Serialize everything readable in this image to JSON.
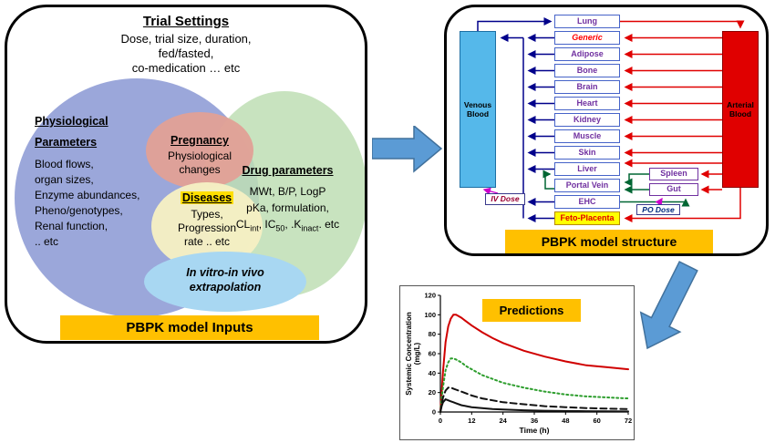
{
  "left_panel": {
    "title": "Trial Settings",
    "subtitle_lines": [
      "Dose, trial size, duration,",
      "fed/fasted,",
      "co-medication … etc"
    ],
    "physiological": {
      "heading_line1": "Physiological",
      "heading_line2": "Parameters",
      "lines": [
        "Blood flows,",
        "organ sizes,",
        "Enzyme abundances,",
        "Pheno/genotypes,",
        "Renal function,",
        ".. etc"
      ]
    },
    "pregnancy": {
      "heading": "Pregnancy",
      "line1": "Physiological",
      "line2": "changes"
    },
    "diseases": {
      "heading": "Diseases",
      "line1": "Types,",
      "line2": "Progression",
      "line3": "rate .. etc"
    },
    "drug": {
      "heading": "Drug parameters",
      "line1": "MWt, B/P, LogP",
      "line2": "pKa, formulation,",
      "line3a": "CL",
      "line3a_sub": "int",
      "line3b": ", IC",
      "line3b_sub": "50",
      "line3c": ", .K",
      "line3c_sub": "inact",
      "line3d": ". etc"
    },
    "ivive_line1": "In vitro-in vivo",
    "ivive_line2": "extrapolation",
    "footer": "PBPK model Inputs"
  },
  "right_panel": {
    "venous_line1": "Venous",
    "venous_line2": "Blood",
    "arterial_line1": "Arterial",
    "arterial_line2": "Blood",
    "organs": [
      {
        "label": "Lung"
      },
      {
        "label": "Generic"
      },
      {
        "label": "Adipose"
      },
      {
        "label": "Bone"
      },
      {
        "label": "Brain"
      },
      {
        "label": "Heart"
      },
      {
        "label": "Kidney"
      },
      {
        "label": "Muscle"
      },
      {
        "label": "Skin"
      },
      {
        "label": "Liver"
      },
      {
        "label": "Portal Vein"
      },
      {
        "label": "EHC"
      },
      {
        "label": "Feto-Placenta"
      }
    ],
    "spleen": "Spleen",
    "gut": "Gut",
    "iv_dose": "IV Dose",
    "po_dose": "PO Dose",
    "footer": "PBPK model structure"
  },
  "colors": {
    "accent_orange": "#FFC000",
    "venous_blue": "#55B8EA",
    "arterial_red": "#E00000",
    "organ_text_purple": "#7030A0",
    "generic_red": "#FF0000",
    "venous_line": "#00008B",
    "arterial_line": "#E00000",
    "portal_line": "#006633",
    "dose_arrow": "#CC00CC"
  },
  "chart_data": {
    "type": "line",
    "title": "Predictions",
    "xlabel": "Time (h)",
    "ylabel": "Systemic Concentration (mg/L)",
    "xlim": [
      0,
      72
    ],
    "ylim": [
      0,
      120
    ],
    "xticks": [
      0,
      12,
      24,
      36,
      48,
      60,
      72
    ],
    "yticks": [
      0,
      20,
      40,
      60,
      80,
      100,
      120
    ],
    "grid": false,
    "legend": false,
    "series": [
      {
        "name": "red-solid",
        "color": "#D00000",
        "style": "solid",
        "x": [
          0,
          0.5,
          1,
          2,
          3,
          4,
          5,
          6,
          8,
          10,
          12,
          16,
          20,
          24,
          32,
          40,
          48,
          56,
          64,
          72
        ],
        "y": [
          0,
          20,
          42,
          72,
          88,
          96,
          100,
          100,
          97,
          93,
          89,
          82,
          76,
          71,
          63,
          57,
          52,
          48,
          46,
          44
        ]
      },
      {
        "name": "green-dotted",
        "color": "#2E9E2E",
        "style": "dotted",
        "x": [
          0,
          0.5,
          1,
          2,
          3,
          4,
          5,
          6,
          8,
          10,
          12,
          16,
          20,
          24,
          32,
          40,
          48,
          56,
          64,
          72
        ],
        "y": [
          0,
          14,
          26,
          43,
          51,
          55,
          55,
          54,
          51,
          47,
          44,
          38,
          34,
          30,
          25,
          21,
          18,
          16,
          15,
          14
        ]
      },
      {
        "name": "black-dashed",
        "color": "#111111",
        "style": "dashed",
        "x": [
          0,
          0.5,
          1,
          2,
          3,
          4,
          5,
          6,
          8,
          10,
          12,
          16,
          20,
          24,
          32,
          40,
          48,
          56,
          64,
          72
        ],
        "y": [
          0,
          8,
          15,
          22,
          25,
          25,
          24,
          23,
          21,
          19,
          17,
          14,
          12,
          10,
          8,
          6,
          5,
          4,
          3.5,
          3
        ]
      },
      {
        "name": "black-solid",
        "color": "#111111",
        "style": "solid",
        "x": [
          0,
          0.5,
          1,
          2,
          3,
          4,
          5,
          6,
          8,
          10,
          12,
          16,
          20,
          24,
          32,
          40,
          48,
          56,
          64,
          72
        ],
        "y": [
          0,
          6,
          10,
          13,
          12,
          11,
          10,
          9,
          7,
          6,
          5,
          4,
          3,
          2.5,
          1.8,
          1.3,
          1,
          0.8,
          0.7,
          0.6
        ]
      }
    ]
  }
}
